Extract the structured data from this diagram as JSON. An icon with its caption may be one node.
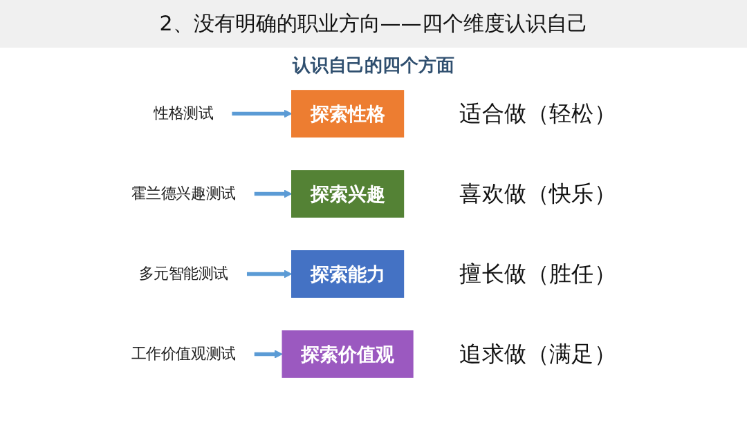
{
  "diagram": {
    "title": "2、没有明确的职业方向——四个维度认识自己",
    "nodes": [
      {
        "text": [
          "性格测试"
        ]
      },
      {
        "text": [
          "探索性格"
        ],
        "beside": [
          "适合做（轻松）"
        ]
      },
      {
        "text": [
          "霍兰德兴趣测试"
        ]
      },
      {
        "text": [
          "探索兴趣"
        ],
        "beside": [
          "喜欢做（快乐）"
        ]
      },
      {
        "text": [
          "多元智能测试"
        ]
      },
      {
        "text": [
          "探索能力"
        ],
        "beside": [
          "擅长做（胜任）"
        ]
      },
      {
        "text": [
          "工作价值观测试"
        ]
      },
      {
        "text": [
          "探索价值观"
        ],
        "beside": [
          "追求做（满足）"
        ]
      }
    ],
    "edges": [
      {
        "from": 0,
        "to": 1,
        "arrow": "to"
      },
      {
        "from": 2,
        "to": 3,
        "arrow": "to"
      },
      {
        "from": 4,
        "to": 5,
        "arrow": "to"
      },
      {
        "from": 6,
        "to": 7,
        "arrow": "to"
      }
    ],
    "labels": [
      "认识自己的四个方面"
    ]
  }
}
